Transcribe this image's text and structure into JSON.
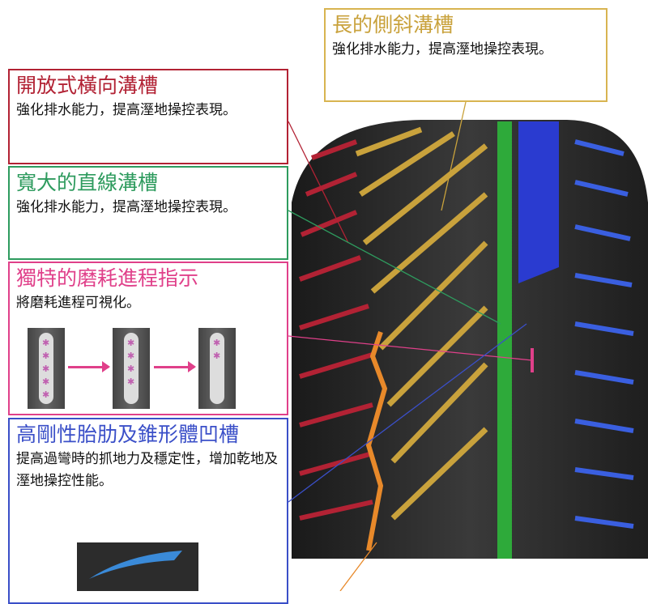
{
  "callouts": {
    "long_sipe": {
      "title": "長的側斜溝槽",
      "desc": "強化排水能力，提高溼地操控表現。"
    },
    "open_lateral": {
      "title": "開放式橫向溝槽",
      "desc": "強化排水能力，提高溼地操控表現。"
    },
    "wide_straight": {
      "title": "寬大的直線溝槽",
      "desc": "強化排水能力，提高溼地操控表現。"
    },
    "wear_indicator": {
      "title": "獨特的磨耗進程指示",
      "desc": "將磨耗進程可視化。"
    },
    "rigid_rib": {
      "title": "高剛性胎肋及錐形體凹槽",
      "desc": "提高過彎時的抓地力及穩定性，增加乾地及溼地操控性能。"
    }
  },
  "colors": {
    "red": "#b22234",
    "green": "#2e9b5e",
    "pink": "#e0408a",
    "blue": "#3a4fc8",
    "yellow": "#d8b450",
    "orange": "#e8892a"
  },
  "wear_stages": [
    5,
    4,
    2
  ]
}
